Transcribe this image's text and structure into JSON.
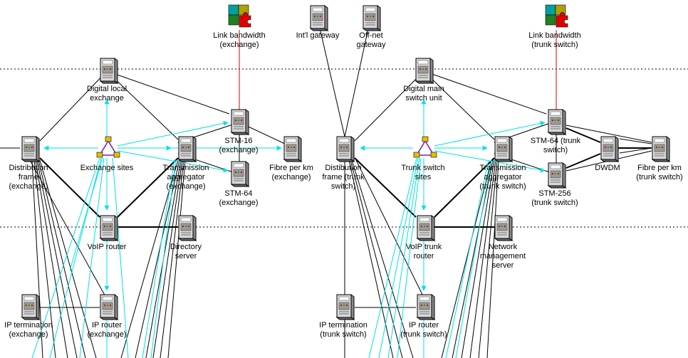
{
  "nodes": [
    {
      "id": "lb_ex",
      "icon": "puzzle",
      "label": [
        "Link bandwidth",
        "(exchange)"
      ]
    },
    {
      "id": "intl",
      "icon": "server",
      "label": [
        "Int'l gateway"
      ]
    },
    {
      "id": "offnet",
      "icon": "server",
      "label": [
        "Off-net",
        "gateway"
      ]
    },
    {
      "id": "lb_tr",
      "icon": "puzzle",
      "label": [
        "Link bandwidth",
        "(trunk switch)"
      ]
    },
    {
      "id": "dle",
      "icon": "server",
      "label": [
        "Digital local",
        "exchange"
      ]
    },
    {
      "id": "dmsu",
      "icon": "server",
      "label": [
        "Digital main",
        "switch unit"
      ]
    },
    {
      "id": "df_ex",
      "icon": "server",
      "label": [
        "Distribution",
        "frame",
        "(exchange)"
      ]
    },
    {
      "id": "es",
      "icon": "triangle",
      "label": [
        "Exchange sites"
      ]
    },
    {
      "id": "ta_ex",
      "icon": "server",
      "label": [
        "Transmission",
        "aggregator",
        "(exchange)"
      ]
    },
    {
      "id": "stm16",
      "icon": "server",
      "label": [
        "STM-16",
        "(exchange)"
      ]
    },
    {
      "id": "stm64_ex",
      "icon": "server",
      "label": [
        "STM-64",
        "(exchange)"
      ]
    },
    {
      "id": "fpk_ex",
      "icon": "server",
      "label": [
        "Fibre per km",
        "(exchange)"
      ]
    },
    {
      "id": "df_tr",
      "icon": "server",
      "label": [
        "Distibution",
        "frame (trunk",
        "switch)"
      ]
    },
    {
      "id": "tss",
      "icon": "triangle",
      "label": [
        "Trunk switch",
        "sites"
      ]
    },
    {
      "id": "ta_tr",
      "icon": "server",
      "label": [
        "Transmission",
        "aggregator",
        "(trunk switch)"
      ]
    },
    {
      "id": "stm64_tr",
      "icon": "server",
      "label": [
        "STM-64 (trunk",
        "switch)"
      ]
    },
    {
      "id": "stm256",
      "icon": "server",
      "label": [
        "STM-256",
        "(trunk switch)"
      ]
    },
    {
      "id": "dwdm",
      "icon": "server",
      "label": [
        "DWDM"
      ]
    },
    {
      "id": "fpk_tr",
      "icon": "server",
      "label": [
        "Fibre per km",
        "(trunk switch)"
      ]
    },
    {
      "id": "voip",
      "icon": "server",
      "label": [
        "VoIP router"
      ]
    },
    {
      "id": "dir",
      "icon": "server",
      "label": [
        "Directory",
        "server"
      ]
    },
    {
      "id": "voip_tr",
      "icon": "server",
      "label": [
        "VoIP trunk",
        "router"
      ]
    },
    {
      "id": "nms",
      "icon": "server",
      "label": [
        "Network",
        "management",
        "server"
      ]
    },
    {
      "id": "ipt_ex",
      "icon": "server",
      "label": [
        "IP termination",
        "(exchange)"
      ]
    },
    {
      "id": "ipr_ex",
      "icon": "server",
      "label": [
        "IP router",
        "(exchange)"
      ]
    },
    {
      "id": "ipt_tr",
      "icon": "server",
      "label": [
        "IP termination",
        "(trunk switch)"
      ]
    },
    {
      "id": "ipr_tr",
      "icon": "server",
      "label": [
        "IP router",
        "(trunk switch)"
      ]
    }
  ],
  "colors": {
    "black": "#000000",
    "cyan": "#00e0e8",
    "red": "#e00000",
    "divider": "#000000"
  }
}
